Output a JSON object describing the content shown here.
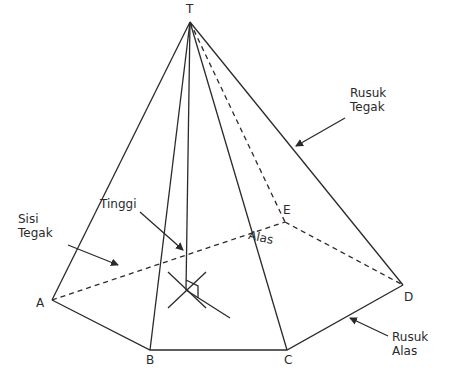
{
  "diagram": {
    "labels": [
      "T",
      "Tinggi",
      "Rusuk Tegak",
      "Sisi Tegak",
      "E",
      "Alas",
      "A",
      "D",
      "B",
      "C",
      "Rusuk Alas"
    ]
  }
}
